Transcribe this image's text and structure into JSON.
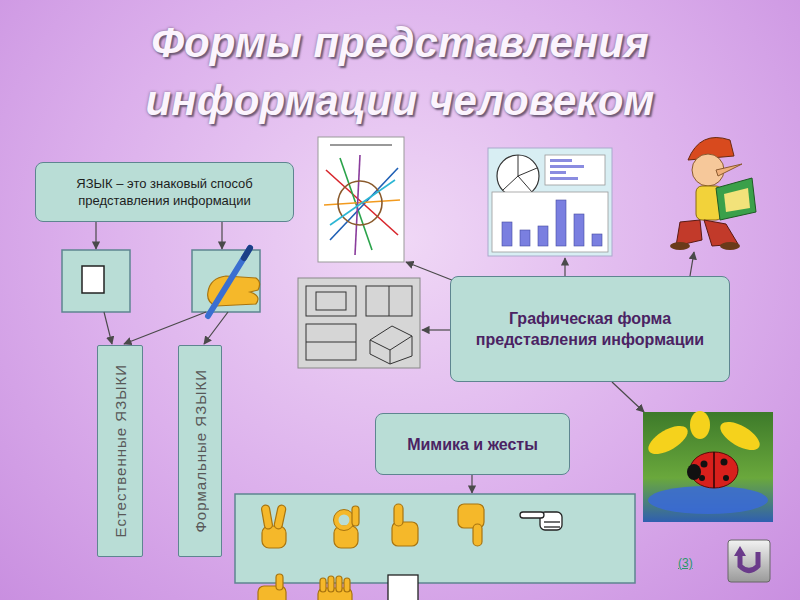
{
  "diagram": {
    "title": "Формы представления информации человеком",
    "nodes": [
      {
        "text": [
          "ЯЗЫК – это знаковый способ представления информации"
        ]
      },
      {
        "text": [
          "Естественные ЯЗЫКИ"
        ]
      },
      {
        "text": [
          "Формальные ЯЗЫКИ"
        ]
      },
      {
        "text": [
          "Графическая форма представления информации"
        ]
      },
      {
        "text": [
          "Мимика и жесты"
        ]
      }
    ],
    "labels": [
      "(3)"
    ]
  }
}
